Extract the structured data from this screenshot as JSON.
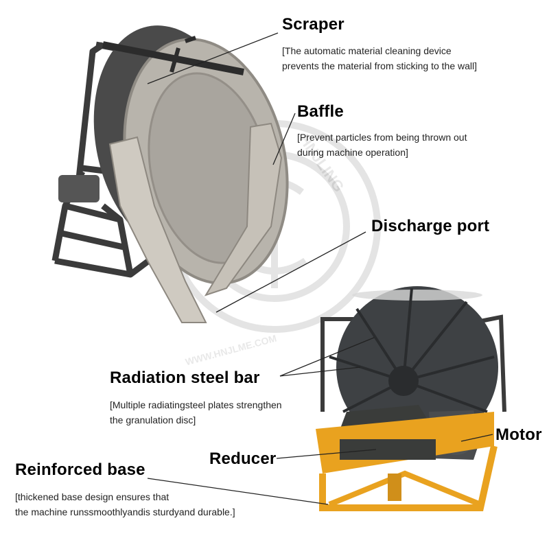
{
  "watermark": {
    "brand": "HNJLING",
    "site": "WWW.HNJLME.COM"
  },
  "colors": {
    "frame": "#3b3b3b",
    "stainless": "#b8b4ac",
    "disc_dark": "#3e4144",
    "base_yellow": "#e9a21f",
    "leader": "#222222"
  },
  "callouts": {
    "scraper": {
      "title": "Scraper",
      "desc": "[The automatic material cleaning device\nprevents the material from sticking to the wall]"
    },
    "baffle": {
      "title": "Baffle",
      "desc": "[Prevent particles from being thrown out\nduring machine operation]"
    },
    "discharge_port": {
      "title": "Discharge port"
    },
    "radiation_steel_bar": {
      "title": "Radiation steel bar",
      "desc": "[Multiple radiatingsteel plates strengthen\n the granulation disc]"
    },
    "motor": {
      "title": "Motor"
    },
    "reducer": {
      "title": "Reducer"
    },
    "reinforced_base": {
      "title": "Reinforced base",
      "desc": "[thickened base design ensures that\nthe machine runssmoothlyandis sturdyand durable.]"
    }
  }
}
